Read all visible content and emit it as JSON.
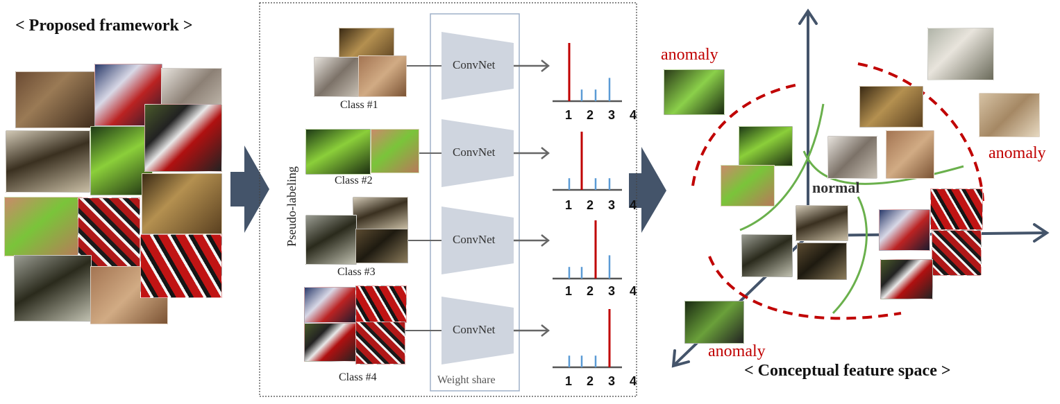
{
  "left_title": "< Proposed framework >",
  "right_title": "< Conceptual feature space >",
  "pseudo_label": "Pseudo-labeling",
  "weight_share_label": "Weight share",
  "convnet_label": "ConvNet",
  "classes": [
    {
      "label": "Class #1"
    },
    {
      "label": "Class #2"
    },
    {
      "label": "Class #3"
    },
    {
      "label": "Class #4"
    }
  ],
  "tick_labels": "1 2 3 4",
  "anomaly_label": "anomaly",
  "normal_label": "normal",
  "colors": {
    "accent_red": "#c00000",
    "bar_blue": "#5b9bd5",
    "axis_navy": "#44546a",
    "curve_green": "#6ab04c",
    "convnet_fill": "#cfd5df",
    "panel_border": "#444444"
  },
  "chart_data": [
    {
      "type": "bar",
      "categories": [
        "1",
        "2",
        "3",
        "4"
      ],
      "values": [
        1.0,
        0.2,
        0.2,
        0.4
      ],
      "highlight": 0
    },
    {
      "type": "bar",
      "categories": [
        "1",
        "2",
        "3",
        "4"
      ],
      "values": [
        0.2,
        1.0,
        0.2,
        0.2
      ],
      "highlight": 1
    },
    {
      "type": "bar",
      "categories": [
        "1",
        "2",
        "3",
        "4"
      ],
      "values": [
        0.2,
        0.2,
        1.0,
        0.4
      ],
      "highlight": 2
    },
    {
      "type": "bar",
      "categories": [
        "1",
        "2",
        "3",
        "4"
      ],
      "values": [
        0.2,
        0.2,
        0.2,
        1.0
      ],
      "highlight": 3
    }
  ]
}
